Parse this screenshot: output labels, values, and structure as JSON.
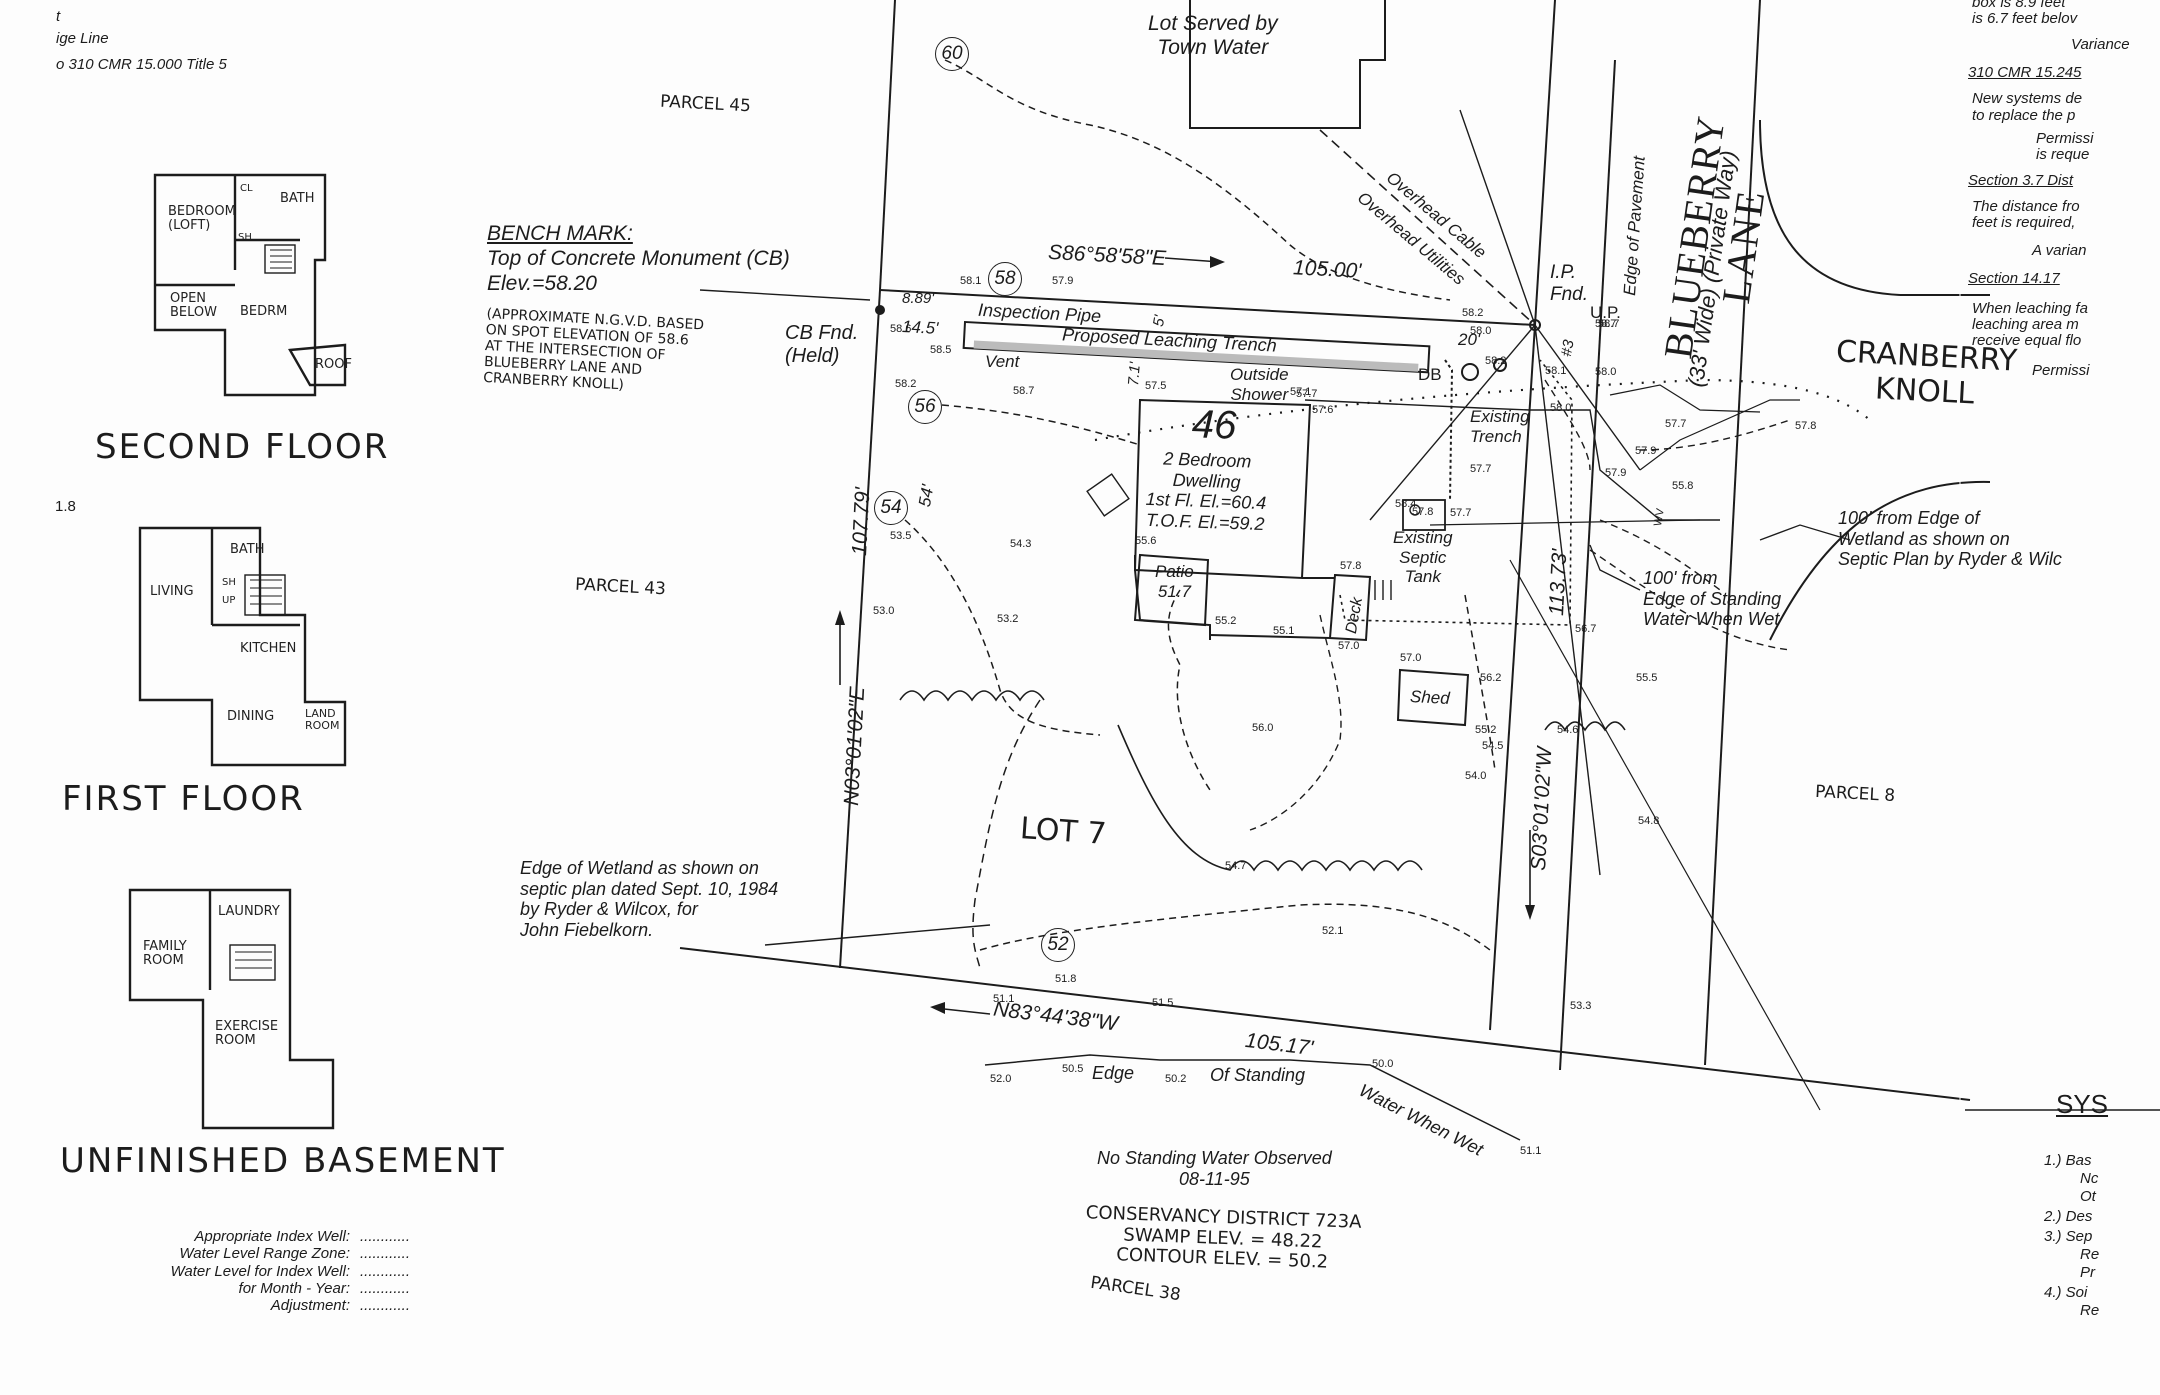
{
  "top_left_notes": {
    "line1": "t",
    "line2": "ige Line",
    "line3": "o 310 CMR 15.000 Title 5"
  },
  "floor_plans": {
    "second_floor": {
      "title": "SECOND FLOOR",
      "rooms": [
        "BEDROOM\n(LOFT)",
        "BATH",
        "CL",
        "SH",
        "OPEN\nBELOW",
        "BEDRM",
        "ROOF"
      ]
    },
    "first_floor": {
      "title": "FIRST FLOOR",
      "rooms": [
        "LIVING",
        "BATH",
        "SH",
        "UP",
        "KITCHEN",
        "DINING",
        "LAND\nROOM"
      ]
    },
    "basement": {
      "title": "UNFINISHED BASEMENT",
      "rooms": [
        "FAMILY\nROOM",
        "LAUNDRY",
        "EXERCISE\nROOM"
      ]
    },
    "side_number": "1.8"
  },
  "index_well": {
    "labels": [
      "Appropriate Index Well:",
      "Water Level Range Zone:",
      "Water Level for Index Well:",
      "for Month - Year:",
      "Adjustment:"
    ],
    "fill": "............"
  },
  "benchmark": {
    "title": "BENCH MARK:",
    "line1": "Top of Concrete Monument (CB)",
    "line2": "Elev.=58.20",
    "note": "(APPROXIMATE N.G.V.D. BASED\nON SPOT ELEVATION OF 58.6\nAT THE INTERSECTION OF\nBLUEBERRY LANE AND\nCRANBERRY KNOLL)"
  },
  "parcels": {
    "p45": "PARCEL 45",
    "p43": "PARCEL 43",
    "p8": "PARCEL 8",
    "p38": "PARCEL 38"
  },
  "lot": {
    "served": "Lot Served by\nTown Water",
    "lot7": "LOT 7",
    "number": "46"
  },
  "bearings": {
    "north": "S86°58'58\"E",
    "north_dist": "105.00'",
    "west": "N03°01'02\"E",
    "west_dist": "107.79'",
    "east": "S03°01'02\"W",
    "east_dist": "113.73'",
    "south": "N83°44'38\"W",
    "south_dist": "105.17'"
  },
  "site_labels": {
    "cb_fnd": "CB Fnd.\n(Held)",
    "inspection_pipe": "Inspection Pipe",
    "leaching_trench": "Proposed Leaching Trench",
    "vent": "Vent",
    "outside_shower": "Outside\nShower",
    "db": "DB",
    "dwelling": "2 Bedroom\nDwelling\n1st Fl. El.=60.4\nT.O.F. El.=59.2",
    "patio": "Patio\n51.7",
    "deck": "Deck",
    "shed": "Shed",
    "existing_trench": "Existing\nTrench",
    "existing_septic": "Existing\nSeptic\nTank",
    "overhead_cable": "Overhead Cable",
    "overhead_utilities": "Overhead Utilities",
    "ip_fnd": "I.P.\nFnd.",
    "up": "U.P.",
    "up_no": "#3",
    "dist_145": "14.5'",
    "dist_20": "20'",
    "dist_54": "54'",
    "dist_5": "5'",
    "dist_71": "7.1'",
    "dist_889": "8.89'",
    "gw": "WV"
  },
  "road": {
    "name": "BLUEBERRY",
    "type": "LANE",
    "width": "(33' Wide) (Private Way)",
    "pavement": "Edge of Pavement",
    "cross": "CRANBERRY\nKNOLL"
  },
  "wetland": {
    "edge_note": "Edge of Wetland as shown on\nseptic plan dated Sept. 10, 1984\nby Ryder & Wilcox, for\nJohn Fiebelkorn.",
    "right_100": "100' from Edge of\nWetland as shown on\nSeptic Plan by Ryder & Wilc",
    "standing_100": "100' from\nEdge of Standing\nWater When Wet",
    "edge_standing_a": "Edge",
    "edge_standing_b": "Of Standing",
    "edge_standing_c": "Water When Wet",
    "no_water": "No Standing Water Observed\n08-11-95",
    "conservancy": "CONSERVANCY DISTRICT 723A\nSWAMP ELEV. = 48.22\nCONTOUR ELEV. = 50.2"
  },
  "contours": {
    "c60": "60",
    "c58": "58",
    "c56": "56",
    "c54": "54",
    "c52": "52"
  },
  "spot_elevations": [
    "58.1",
    "57.9",
    "58.2",
    "58.7",
    "58.2",
    "57.7",
    "57.6",
    "57.5",
    "58.1",
    "58.2",
    "58.0",
    "58.7",
    "57.7",
    "57.9",
    "58.0",
    "57.7",
    "57.8",
    "57.9",
    "57.7",
    "55.8",
    "56.7",
    "56.2",
    "55.5",
    "54.6",
    "54.8",
    "54.0",
    "54.5",
    "55.2",
    "57.0",
    "56.0",
    "55.1",
    "54.7",
    "52.1",
    "51.8",
    "51.5",
    "51.1",
    "50.5",
    "52.0",
    "50.2",
    "50.0",
    "51.1",
    "53.3",
    "53.0",
    "53.5",
    "54.3",
    "53.2",
    "55.2",
    "55.6",
    "57.8",
    "57.1",
    "57.8",
    "57.0",
    "58.6",
    "58.5",
    "58.4",
    "58.7",
    "58.0"
  ],
  "right_notes": {
    "l1": "box is 8.9 feet",
    "l2": "is 6.7 feet belov",
    "l3": "Variance",
    "l4": "310 CMR 15.245",
    "l5": "New systems de",
    "l6": "to replace the p",
    "l7": "Permissi",
    "l8": "is reque",
    "l9": "Section 3.7 Dist",
    "l10": "The distance fro",
    "l11": "feet is required,",
    "l12": "A varian",
    "l13": "Section 14.17",
    "l14": "When leaching fa",
    "l15": "leaching area m",
    "l16": "receive equal flo",
    "l17": "Permissi",
    "sys": "SYS",
    "n1": "1.) Bas",
    "n1a": "Nc",
    "n1b": "Ot",
    "n2": "2.) Des",
    "n3": "3.) Sep",
    "n3a": "Re",
    "n3b": "Pr",
    "n4": "4.) Soi",
    "n4a": "Re"
  },
  "colors": {
    "ink": "#1c1c1c",
    "paper": "#fdfdfd"
  }
}
